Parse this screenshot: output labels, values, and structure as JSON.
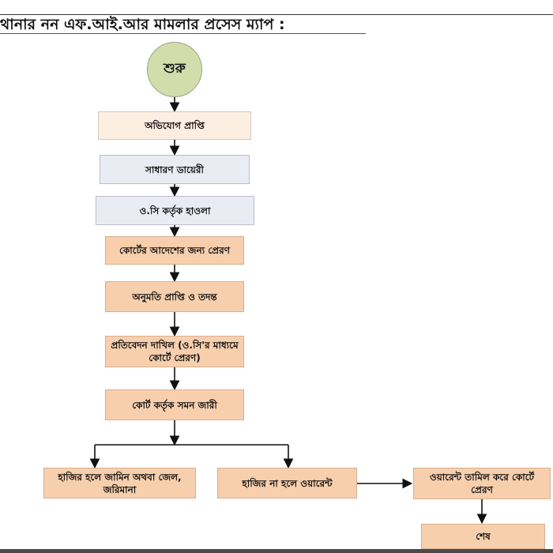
{
  "title": "থানার নন এফ.আই.আর মামলার প্রসেস ম্যাপ  :",
  "start": "শুরু",
  "steps": [
    "অভিযোগ প্রাপ্তি",
    "সাধারণ ডায়েরী",
    "ও.সি কর্তৃক হাওলা",
    "কোর্টের আদেশের জন্য প্রেরণ",
    "অনুমতি প্রাপ্তি ও তদন্ত",
    "প্রতিবেদন দাখিল (ও.সি'র মাধ্যমে কোর্টে প্রেরণ)",
    "কোর্ট কর্তৃক সমন জারী"
  ],
  "branches": {
    "present": "হাজির হলে জামিন অথবা জেল, জরিমানা",
    "absent": "হাজির না হলে ওয়ারেন্ট",
    "warrant": "ওয়ারেন্ট তামিল করে কোর্টে প্রেরণ",
    "end": "শেষ"
  },
  "colors": {
    "start": "#d3ddab",
    "peach": "#f8cfad",
    "light_peach": "#fdeee2",
    "light_blue": "#e9edf3"
  }
}
